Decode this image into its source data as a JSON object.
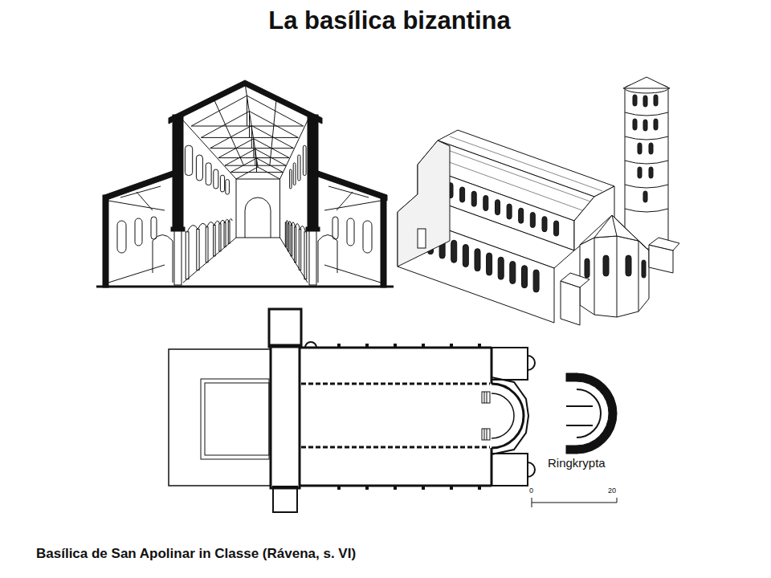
{
  "diagram": {
    "title": "La basílica bizantina",
    "caption": "Basílica de San Apolinar in Classe (Rávena, s. VI)",
    "labels": [
      "Ringkrypta",
      "0",
      "20"
    ]
  }
}
